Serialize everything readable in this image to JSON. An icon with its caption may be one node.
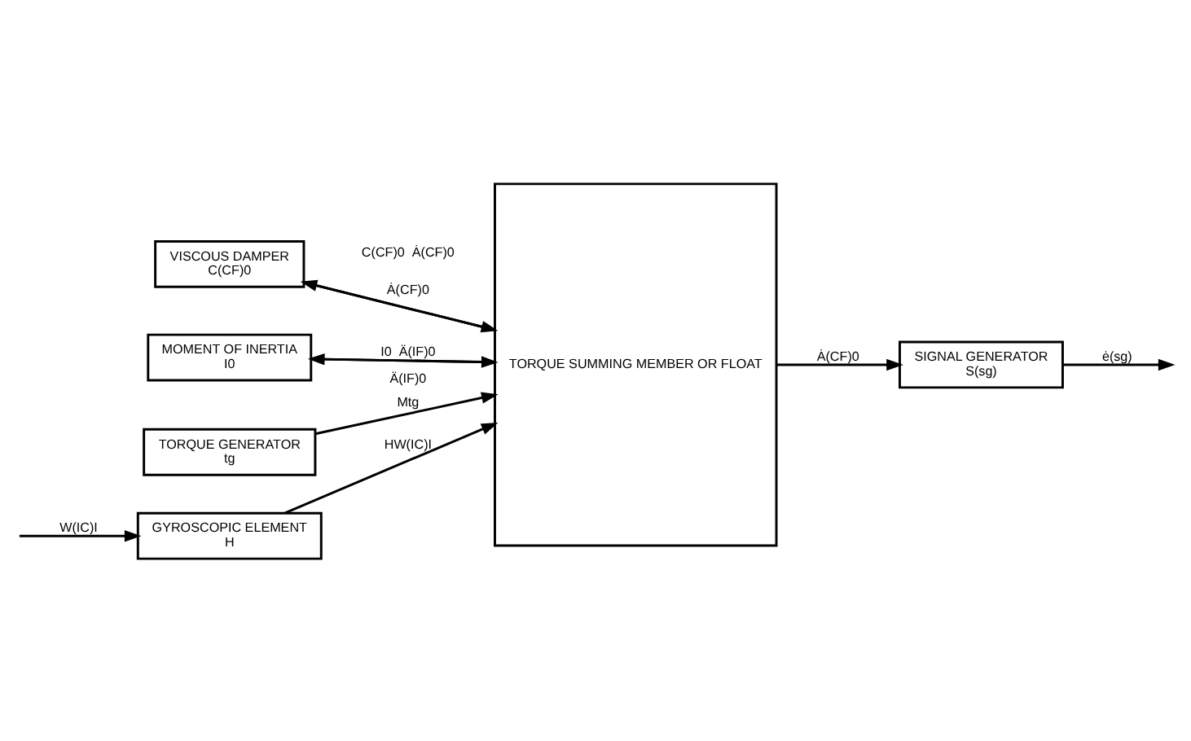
{
  "diagram": {
    "nodes": [
      {
        "text": [
          "GYROSCOPIC ELEMENT",
          "H"
        ]
      },
      {
        "text": [
          "VISCOUS DAMPER",
          "C(CF)0"
        ]
      },
      {
        "text": [
          "MOMENT OF INERTIA",
          "I0"
        ]
      },
      {
        "text": [
          "TORQUE GENERATOR",
          "tg"
        ]
      },
      {
        "text": [
          "TORQUE SUMMING MEMBER OR FLOAT"
        ]
      },
      {
        "text": [
          "SIGNAL GENERATOR",
          "S(sg)"
        ]
      }
    ],
    "edges": [
      {
        "from": null,
        "to": 0,
        "arrow": "to",
        "label": "W(IC)I"
      },
      {
        "from": 0,
        "to": 4,
        "arrow": "to",
        "label": "HW(IC)I"
      },
      {
        "from": 1,
        "to": 4,
        "arrow": "to",
        "label": "C(CF)0  Ȧ(CF)0"
      },
      {
        "from": 4,
        "to": 1,
        "arrow": "to",
        "label": "Ȧ(CF)0"
      },
      {
        "from": 2,
        "to": 4,
        "arrow": "to",
        "label": "I0  Ä(IF)0"
      },
      {
        "from": 4,
        "to": 2,
        "arrow": "to",
        "label": "Ä(IF)0"
      },
      {
        "from": 3,
        "to": 4,
        "arrow": "to",
        "label": "Mtg"
      },
      {
        "from": 4,
        "to": 5,
        "arrow": "to",
        "label": "Ȧ(CF)0"
      },
      {
        "from": 5,
        "to": null,
        "arrow": "to",
        "label": "ė(sg)"
      }
    ]
  }
}
